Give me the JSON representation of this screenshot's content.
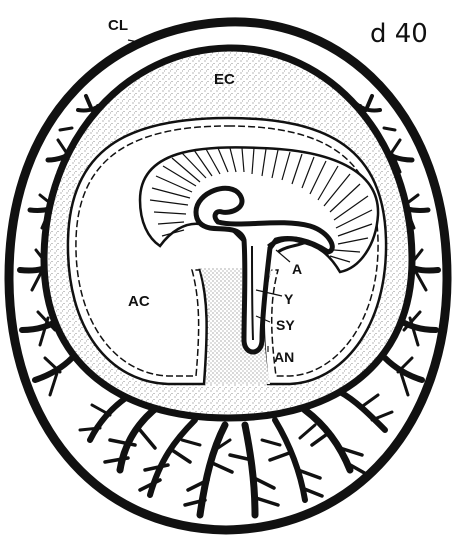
{
  "day_label": "d 40",
  "labels": {
    "cl": "CL",
    "ec": "EC",
    "ac": "AC",
    "a": "A",
    "y": "Y",
    "sy": "SY",
    "an": "AN"
  },
  "colors": {
    "ink": "#111111",
    "paper": "#ffffff"
  }
}
